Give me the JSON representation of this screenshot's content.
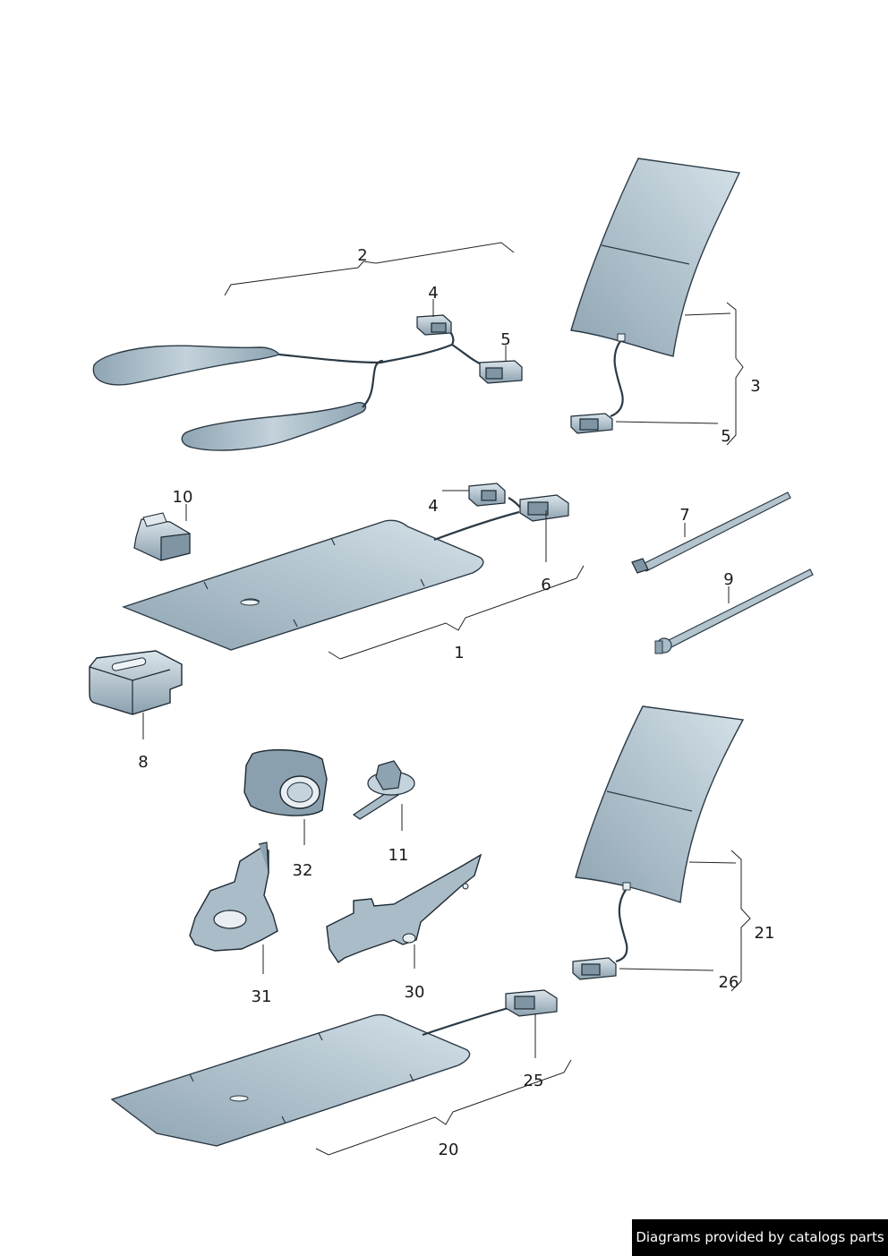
{
  "callouts": {
    "c1": "1",
    "c2": "2",
    "c3": "3",
    "c4a": "4",
    "c4b": "4",
    "c5a": "5",
    "c5b": "5",
    "c6": "6",
    "c7": "7",
    "c8": "8",
    "c9": "9",
    "c10": "10",
    "c11": "11",
    "c20": "20",
    "c21": "21",
    "c25": "25",
    "c26": "26",
    "c30": "30",
    "c31": "31",
    "c32": "32"
  },
  "footer": {
    "text": "Diagrams provided by catalogs parts"
  },
  "colors": {
    "part_fill": "#a9bcc8",
    "part_light": "#d3dfe6",
    "outline": "#2b3a45",
    "footer_bg": "#000000"
  }
}
